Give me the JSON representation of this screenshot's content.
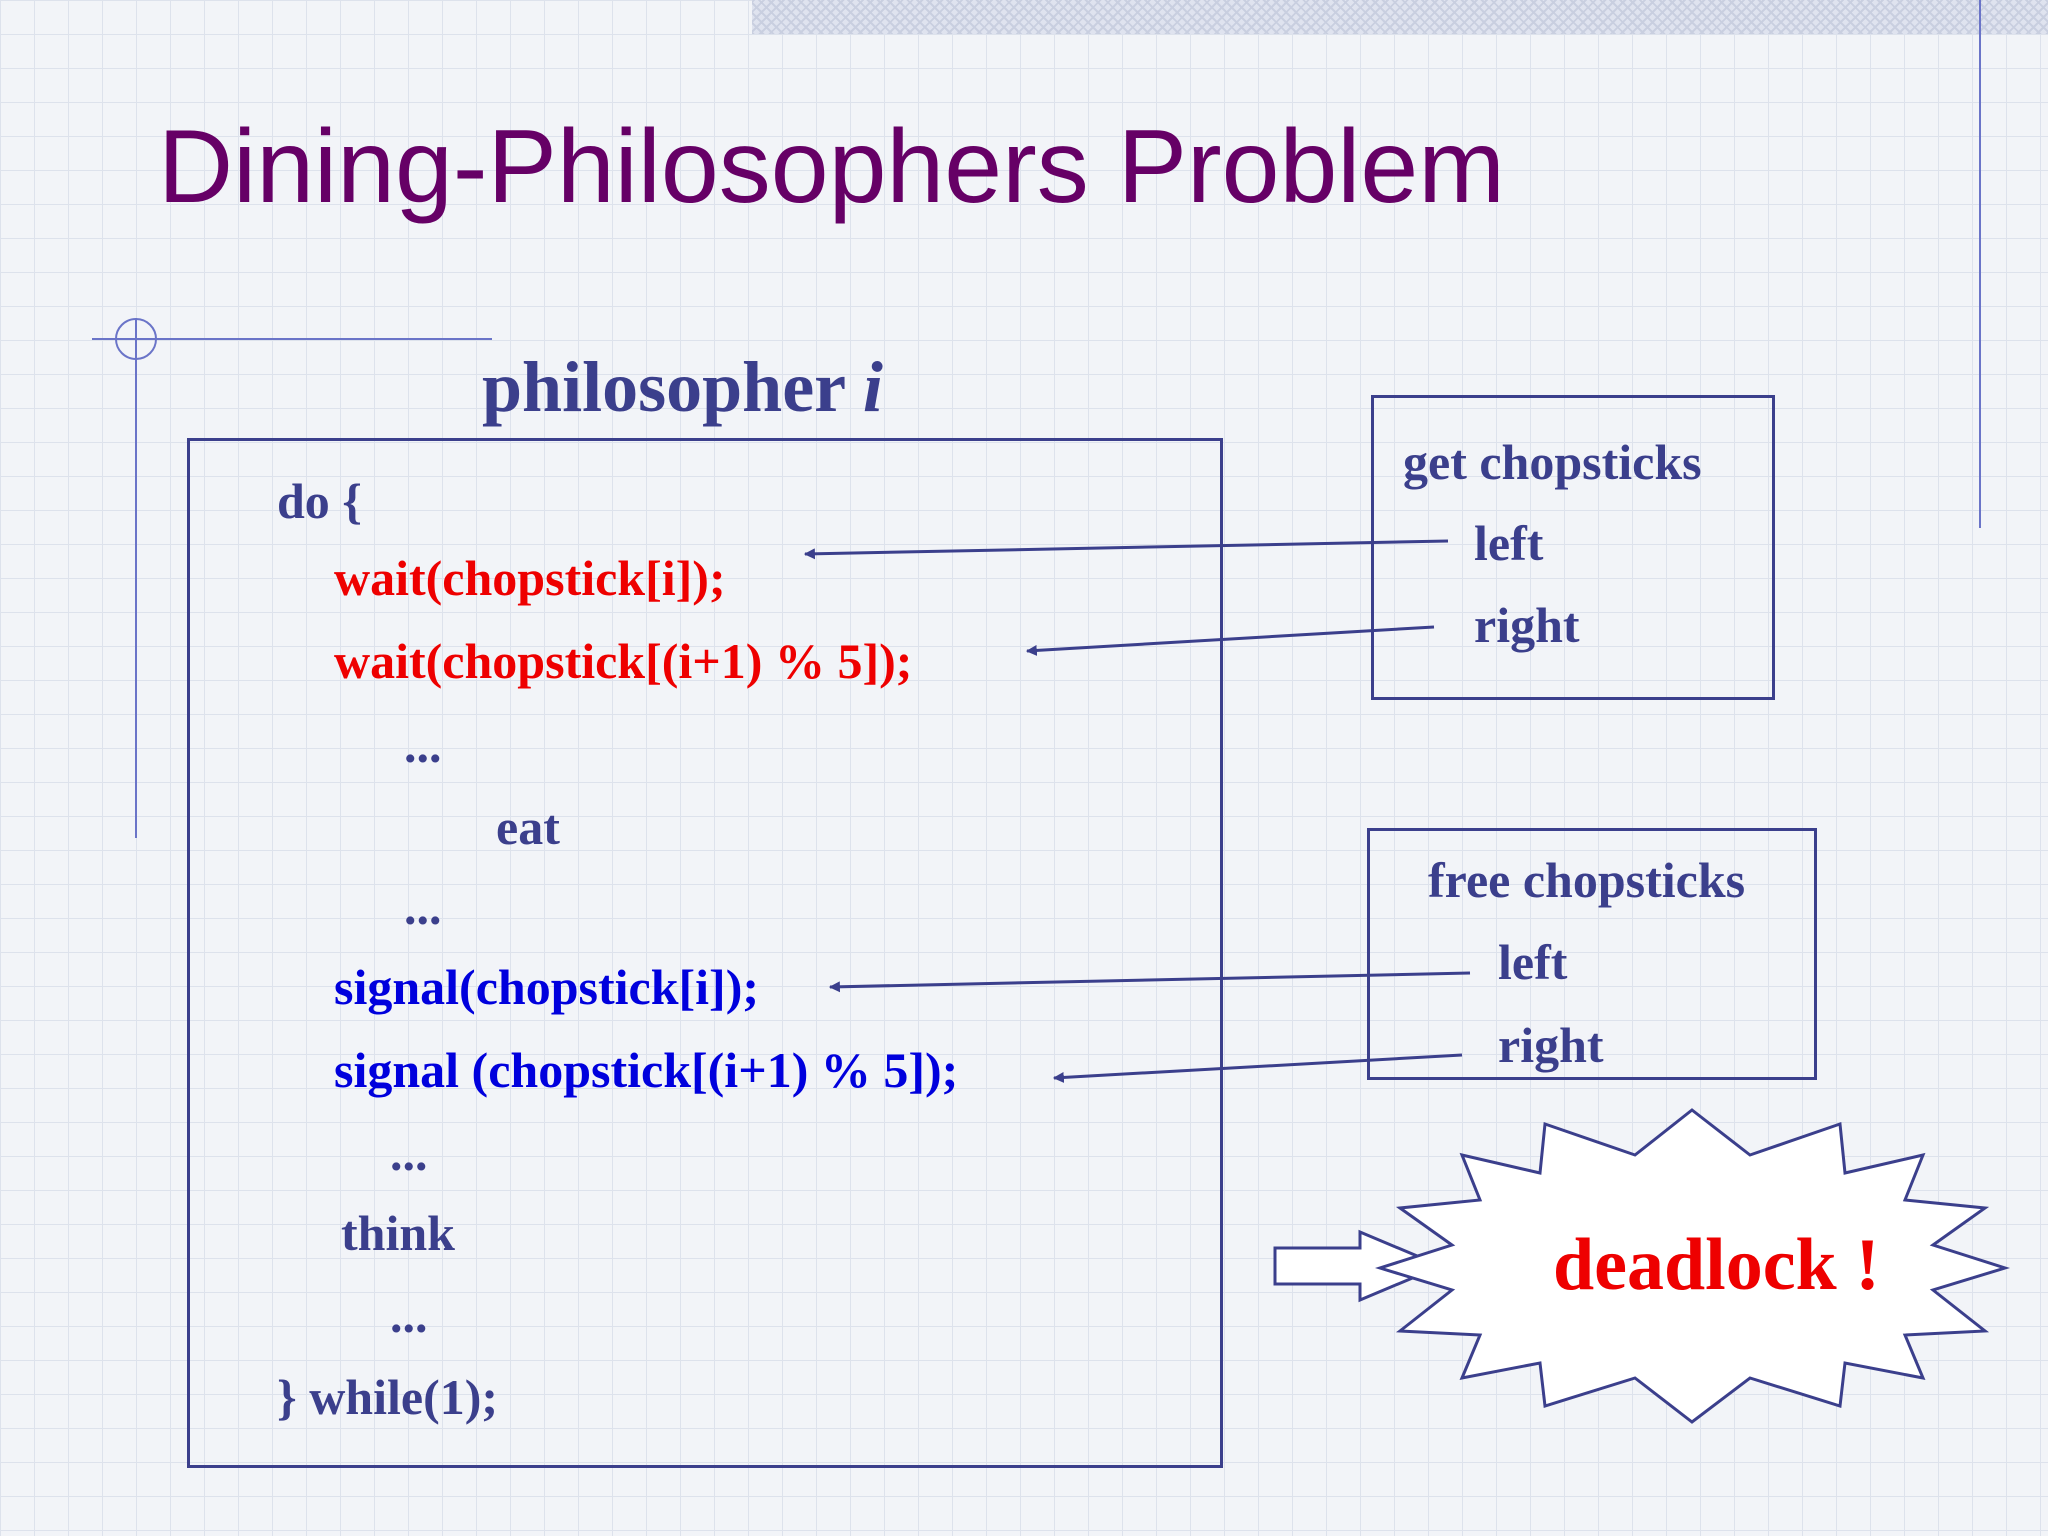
{
  "slide": {
    "title": "Dining-Philosophers Problem",
    "heading": "philosopher",
    "heading_var": "i"
  },
  "code": {
    "do": "do {",
    "wait_left": "wait(chopstick[i]);",
    "wait_right": "wait(chopstick[(i+1) % 5]);",
    "dots1": "...",
    "eat": "eat",
    "dots2": "...",
    "signal_left": "signal(chopstick[i]);",
    "signal_right": "signal (chopstick[(i+1) % 5]);",
    "dots3": "...",
    "think": "think",
    "dots4": "...",
    "end": "} while(1);"
  },
  "get_box": {
    "title": "get chopsticks",
    "left": "left",
    "right": "right"
  },
  "free_box": {
    "title": "free chopsticks",
    "left": "left",
    "right": "right"
  },
  "deadlock": "deadlock !",
  "colors": {
    "title": "#660066",
    "navy": "#3b3f8c",
    "red": "#ee0000",
    "blue": "#0000dd"
  }
}
